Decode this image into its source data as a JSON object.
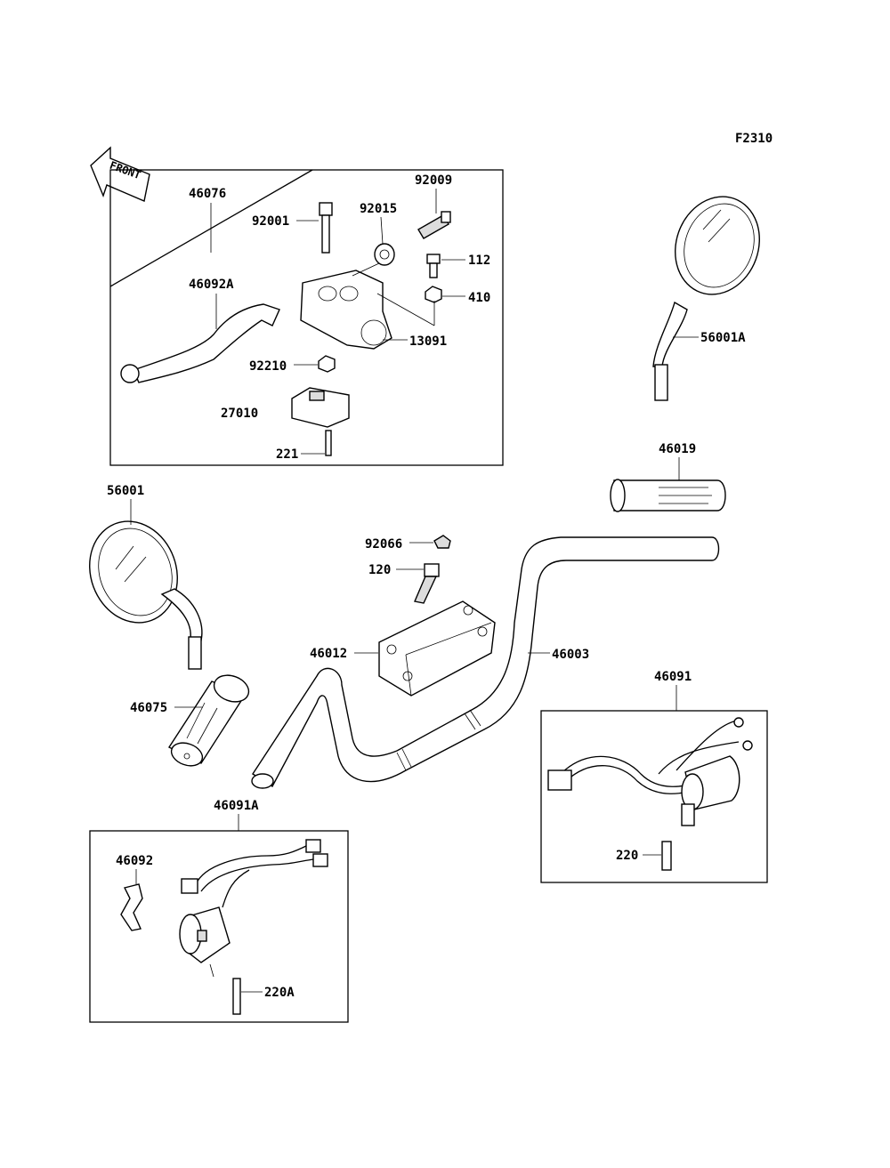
{
  "figure_code": "F2310",
  "front_label": "FRONT",
  "parts": {
    "p46076": "46076",
    "p92001": "92001",
    "p92015": "92015",
    "p92009": "92009",
    "p112": "112",
    "p410": "410",
    "p46092A": "46092A",
    "p13091": "13091",
    "p92210": "92210",
    "p27010": "27010",
    "p221": "221",
    "p56001A": "56001A",
    "p46019": "46019",
    "p56001": "56001",
    "p92066": "92066",
    "p120": "120",
    "p46012": "46012",
    "p46003": "46003",
    "p46075": "46075",
    "p46091": "46091",
    "p220": "220",
    "p46091A": "46091A",
    "p46092": "46092",
    "p220A": "220A"
  }
}
